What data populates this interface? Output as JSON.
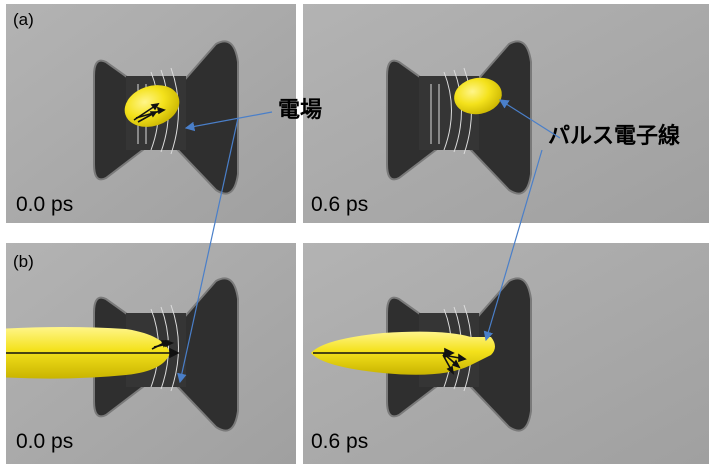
{
  "rows": [
    {
      "label": "(a)",
      "panels": [
        {
          "time": "0.0 ps",
          "beam": "compact-left"
        },
        {
          "time": "0.6 ps",
          "beam": "compact-right"
        }
      ]
    },
    {
      "label": "(b)",
      "panels": [
        {
          "time": "0.0 ps",
          "beam": "elongated-left"
        },
        {
          "time": "0.6 ps",
          "beam": "elongated-right"
        }
      ]
    }
  ],
  "callouts": {
    "field_label": "電場",
    "beam_label": "パルス電子線"
  },
  "colors": {
    "panel_background": "#a9a9a9",
    "beam": "#f4e21c",
    "arrow": "#4a7fc9"
  }
}
